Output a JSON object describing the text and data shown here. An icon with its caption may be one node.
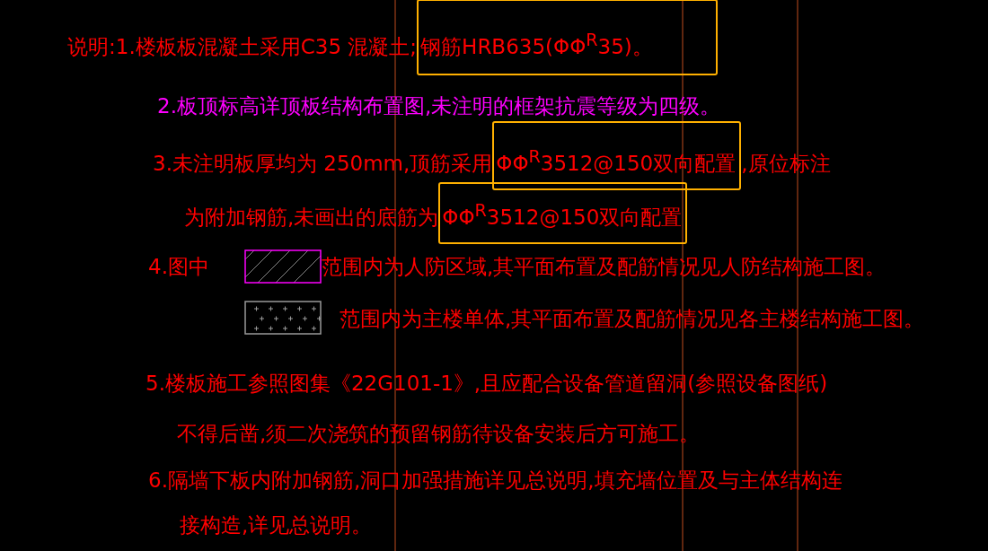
{
  "diagram": {
    "nodes": [
      {
        "text": [
          "钢筋HRB635(ΦΦ$^{R}$35)。"
        ]
      },
      {
        "text": [
          "ΦΦ$^{R}$3512@150双向配置"
        ]
      },
      {
        "text": [
          "ΦΦ$^{R}$3512@150双向配置"
        ]
      }
    ],
    "labels": [
      "说明:1.楼板板混凝土采用C35 混凝土;",
      "2.板顶标高详顶板结构布置图,未注明的框架抗震等级为四级。",
      "3.未注明板厚均为 250mm,顶筋采用",
      ",原位标注",
      "为附加钢筋,未画出的底筋为",
      "4.图中",
      "5.楼板施工参照图集《22G101-1》,且应配合设备管道留洞(参照设备图纸)",
      "不得后凿,须二次浇筑的预留钢筋待设备安装后方可施工。",
      "6.隔墙下板内附加钢筋,洞口加强措施详见总说明,填充墙位置及与主体结构连",
      "接构造,详见总说明。"
    ],
    "legend": [
      {
        "text": "范围内为人防区域,其平面布置及配筋情况见人防结构施工图。"
      },
      {
        "text": "范围内为主楼单体,其平面布置及配筋情况见各主楼结构施工图。"
      }
    ]
  }
}
